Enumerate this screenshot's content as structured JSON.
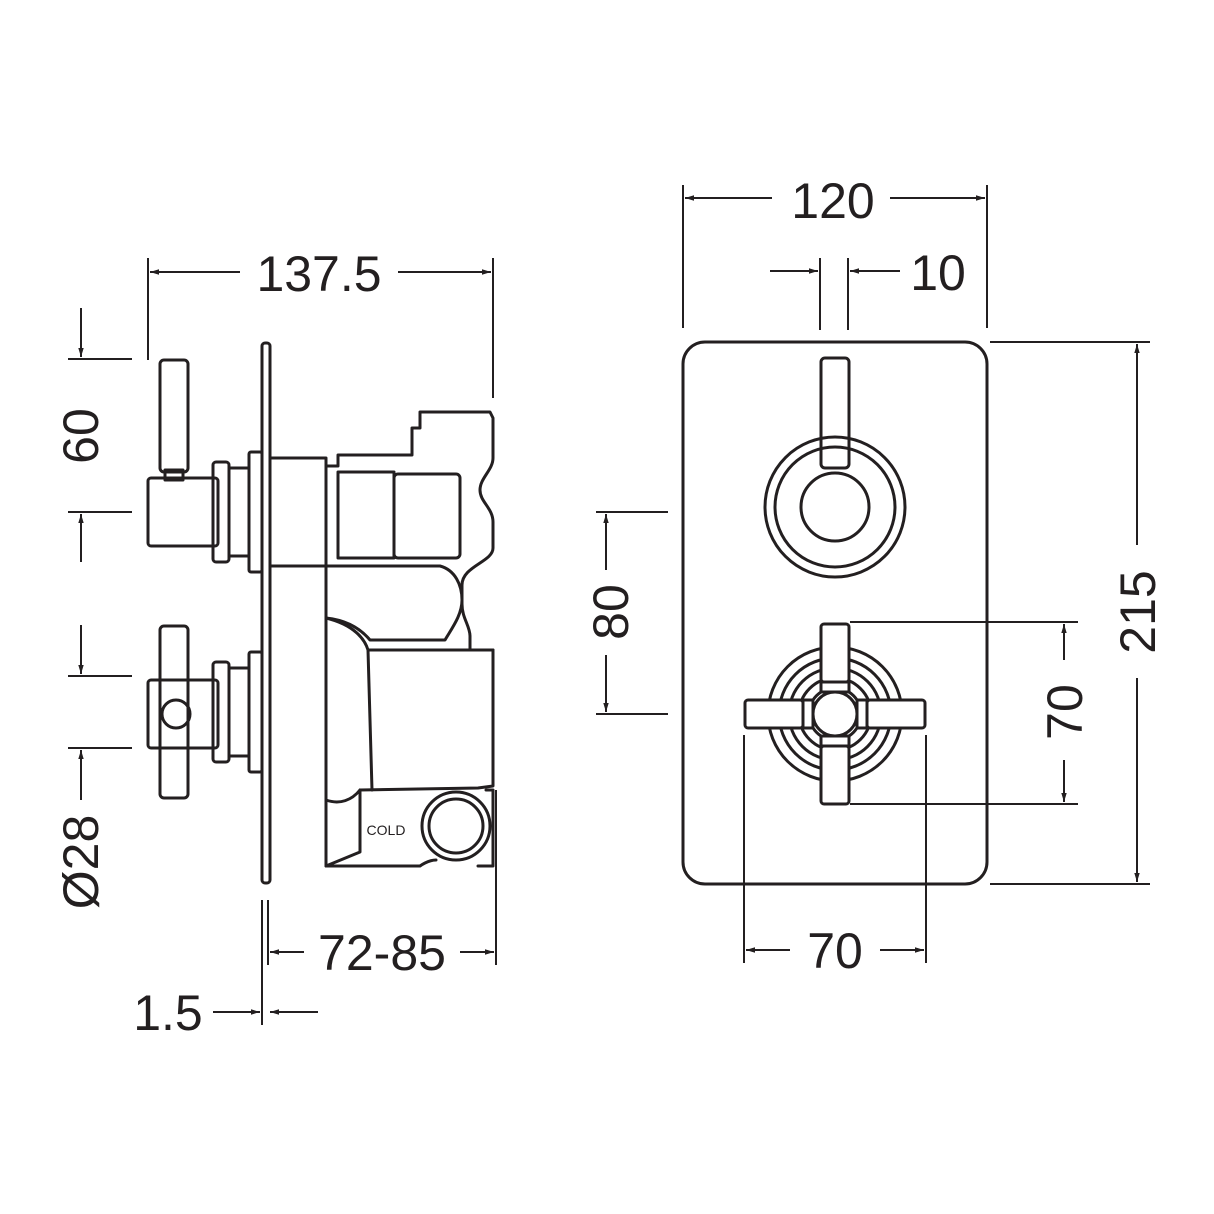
{
  "side_view": {
    "overall_depth": "137.5",
    "lever_height": "60",
    "handle_diameter": "Ø28",
    "projection_range": "72-85",
    "plate_thickness": "1.5",
    "outlet_label": "COLD"
  },
  "front_view": {
    "plate_width": "120",
    "lever_width": "10",
    "plate_height": "215",
    "handle_spacing": "80",
    "cross_height": "70",
    "cross_width": "70"
  }
}
